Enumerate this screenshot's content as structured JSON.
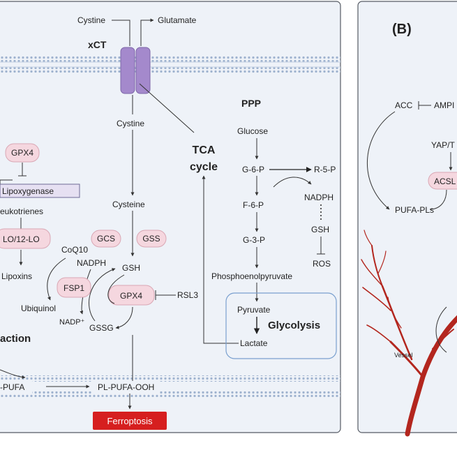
{
  "panel_b": {
    "label": "(B)",
    "vessel_label": "Vessel"
  },
  "membrane_top": {
    "transporter_label": "xCT",
    "input": "Cystine",
    "output": "Glutamate"
  },
  "labels": {
    "cystine": "Cystine",
    "cysteine": "Cysteine",
    "gcs": "GCS",
    "gss": "GSS",
    "gsh": "GSH",
    "gpx4_center": "GPX4",
    "rsl3": "RSL3",
    "gssg": "GSSG",
    "nadph_center": "NADPH",
    "nadp_plus": "NADP⁺",
    "coq10": "CoQ10",
    "fsp1": "FSP1",
    "ubiquinol": "Ubiquinol",
    "gpx4_left": "GPX4",
    "lipoxygenase": "Lipoxygenase",
    "leukotrienes": "eukotrienes",
    "lo": "LO/12-LO",
    "lipoxins": "Lipoxins",
    "action": "action",
    "tca_line1": "TCA",
    "tca_line2": "cycle",
    "ppp": "PPP",
    "glucose": "Glucose",
    "g6p": "G-6-P",
    "r5p": "R-5-P",
    "nadph_ppp": "NADPH",
    "f6p": "F-6-P",
    "gsh_ppp": "GSH",
    "g3p": "G-3-P",
    "ros": "ROS",
    "pep": "Phosphoenolpyruvate",
    "pyruvate": "Pyruvate",
    "lactate": "Lactate",
    "glycolysis": "Glycolysis",
    "pufa_left": "-PUFA",
    "pl_pufa_ooh": "PL-PUFA-OOH",
    "ferroptosis": "Ferroptosis"
  },
  "panel_b_labels": {
    "acc": "ACC",
    "ampk": "AMPI",
    "yap": "YAP/T",
    "acsl": "ACSL",
    "pufa_pls": "PUFA-PLs"
  },
  "colors": {
    "panel_bg": "#eef2f8",
    "panel_border": "#555a63",
    "membrane": "#b9c8dd",
    "pink_node": "#f5d7df",
    "pink_border": "#d9a7b4",
    "transporter": "#a489cc",
    "ferroptosis": "#d61f1f",
    "vessel": "#b3261e",
    "glycolysis_box": "#7aa0cf"
  }
}
